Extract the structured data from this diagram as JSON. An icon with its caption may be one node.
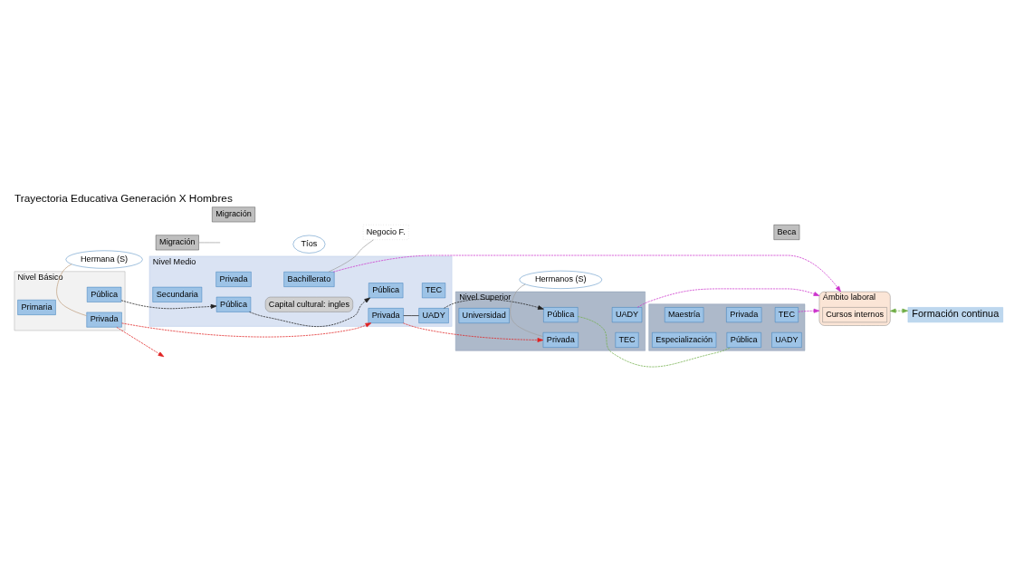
{
  "diagram": {
    "title": "Trayectoria Educativa Generación X Hombres",
    "nodes": [
      {
        "text": [
          "Ámbito laboral"
        ]
      },
      {
        "text": [
          "Cursos internos"
        ],
        "in": 0
      },
      {
        "text": [
          "Formación continua"
        ]
      },
      {
        "text": [
          "Nivel Básico"
        ]
      },
      {
        "text": [
          "Primaria"
        ],
        "in": 3
      },
      {
        "text": [
          "Pública"
        ],
        "in": 3
      },
      {
        "text": [
          "Privada"
        ],
        "in": 3
      },
      {
        "text": [
          "Nivel Medio"
        ]
      },
      {
        "text": [
          "Capital cultural: ingles"
        ],
        "in": 7
      },
      {
        "text": [
          "Secundaria"
        ],
        "in": 7
      },
      {
        "text": [
          "Pública"
        ],
        "in": 7
      },
      {
        "text": [
          "Privada"
        ],
        "in": 7
      },
      {
        "text": [
          "Bachillerato"
        ],
        "in": 7
      },
      {
        "text": [
          "Pública"
        ],
        "in": 7
      },
      {
        "text": [
          "TEC"
        ],
        "in": 7
      },
      {
        "text": [
          "UADY"
        ],
        "in": 7
      },
      {
        "text": [
          "Privada"
        ],
        "in": 7
      },
      {
        "text": [
          "Nivel Superior"
        ]
      },
      {
        "text": [
          "Universidad"
        ],
        "in": 17
      },
      {
        "text": [
          "Pública"
        ],
        "in": 17
      },
      {
        "text": [
          "TEC"
        ],
        "in": 17
      },
      {
        "text": [
          "UADY"
        ],
        "in": 17
      },
      {
        "text": [
          "Privada"
        ],
        "in": 17
      },
      {
        "text": [],
        "shape": "box"
      },
      {
        "text": [
          "Especialización"
        ],
        "in": 23
      },
      {
        "text": [
          "Maestría"
        ],
        "in": 23
      },
      {
        "text": [
          "Pública"
        ],
        "in": 23
      },
      {
        "text": [
          "TEC"
        ],
        "in": 23
      },
      {
        "text": [
          "UADY"
        ],
        "in": 23
      },
      {
        "text": [
          "Privada"
        ],
        "in": 23
      },
      {
        "text": [
          "Hermana (S)"
        ]
      },
      {
        "text": [
          "Migración"
        ]
      },
      {
        "text": [
          "Migración"
        ]
      },
      {
        "text": [
          "Tíos"
        ]
      },
      {
        "text": [
          "Negocio F."
        ]
      },
      {
        "text": [
          "Hermanos (S)"
        ]
      },
      {
        "text": [
          "Beca"
        ]
      }
    ],
    "edges": [
      {
        "from": 5,
        "to": 10,
        "arrow": "to",
        "style": "dashed"
      },
      {
        "from": 10,
        "to": 13,
        "arrow": "to",
        "style": "dashed"
      },
      {
        "from": 15,
        "to": 19,
        "arrow": "to",
        "style": "dashed"
      },
      {
        "from": 6,
        "to": 16,
        "arrow": "to",
        "style": "dashed",
        "color": "#e02020"
      },
      {
        "from": 6,
        "to": null,
        "arrow": "to",
        "style": "dashed",
        "color": "#e02020"
      },
      {
        "from": 16,
        "to": 22,
        "arrow": "to",
        "style": "dashed",
        "color": "#e02020"
      },
      {
        "from": 15,
        "to": 16,
        "arrow": "none"
      },
      {
        "from": 21,
        "to": 0,
        "arrow": "to",
        "style": "dashed",
        "color": "#cc33cc"
      },
      {
        "from": 27,
        "to": 0,
        "arrow": "to",
        "style": "dashed",
        "color": "#cc33cc"
      },
      {
        "from": 12,
        "to": 0,
        "arrow": "to",
        "style": "dashed",
        "color": "#cc33cc"
      },
      {
        "from": 0,
        "to": 2,
        "arrow": "both",
        "style": "dashed",
        "color": "#70ad47"
      },
      {
        "from": 19,
        "to": 26,
        "arrow": "none",
        "style": "dashed",
        "color": "#70ad47"
      },
      {
        "from": 30,
        "to": 6,
        "arrow": "none",
        "color": "#c0a080"
      },
      {
        "from": 31,
        "to": null,
        "arrow": "none",
        "color": "#a0a0a0"
      },
      {
        "from": 34,
        "to": 12,
        "arrow": "none",
        "color": "#a0a0a0"
      },
      {
        "from": 35,
        "to": 22,
        "arrow": "none",
        "color": "#a0a0a0"
      }
    ]
  }
}
